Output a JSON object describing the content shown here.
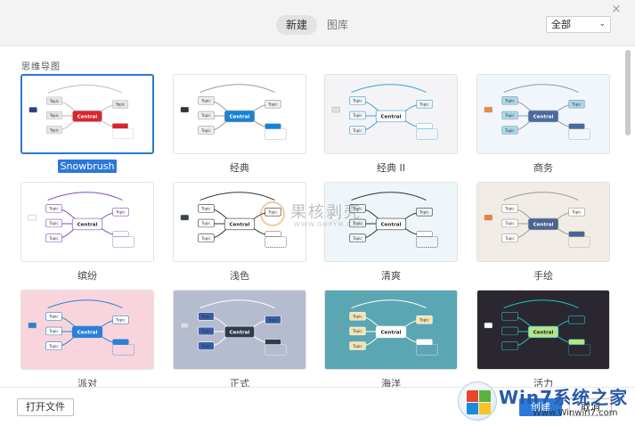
{
  "header": {
    "tabs": [
      {
        "label": "新建",
        "active": true
      },
      {
        "label": "图库",
        "active": false
      }
    ],
    "filter": {
      "selected": "全部"
    },
    "close_label": "×"
  },
  "section": {
    "title": "思维导图"
  },
  "templates": [
    {
      "name": "Snowbrush",
      "selected": true,
      "bg": "#ffffff",
      "accent": "#d9262c",
      "central": "Central",
      "central_text": "#ffffff",
      "topic": "Topic",
      "topic_fill": "#e6e6e6",
      "line": "#bbbbbb",
      "left_marker": "#2a3d8f"
    },
    {
      "name": "经典",
      "selected": false,
      "bg": "#ffffff",
      "accent": "#1783d6",
      "central": "Central",
      "central_text": "#ffffff",
      "topic": "Topic",
      "topic_fill": "#eeeeee",
      "line": "#999999",
      "left_marker": "#333333"
    },
    {
      "name": "经典 II",
      "selected": false,
      "bg": "#f4f4f6",
      "accent": "#ffffff",
      "central": "Central",
      "central_text": "#222222",
      "topic": "Topic",
      "topic_fill": "#f4f4f6",
      "line": "#3aa0d8",
      "left_marker": "#e0e0e0"
    },
    {
      "name": "商务",
      "selected": false,
      "bg": "#f0f6fb",
      "accent": "#4a6aa0",
      "central": "Central",
      "central_text": "#ffffff",
      "topic": "Topic",
      "topic_fill": "#a8d8ec",
      "line": "#999999",
      "left_marker": "#f08a3c"
    },
    {
      "name": "缤纷",
      "selected": false,
      "bg": "#ffffff",
      "accent": "#ffffff",
      "central": "Central",
      "central_text": "#222222",
      "topic": "Topic",
      "topic_fill": "#ffffff",
      "line": "#7a4fbf",
      "left_marker": "#ffffff"
    },
    {
      "name": "浅色",
      "selected": false,
      "bg": "#ffffff",
      "accent": "#ffffff",
      "central": "Central",
      "central_text": "#222222",
      "topic": "Topic",
      "topic_fill": "#ffffff",
      "line": "#333333",
      "left_marker": "#38434f"
    },
    {
      "name": "清爽",
      "selected": false,
      "bg": "#eef6fa",
      "accent": "#ffffff",
      "central": "Central",
      "central_text": "#222222",
      "topic": "Topic",
      "topic_fill": "#eef6fa",
      "line": "#333333",
      "left_marker": "#ffffff"
    },
    {
      "name": "手绘",
      "selected": false,
      "bg": "#f2ece6",
      "accent": "#4a6590",
      "central": "Central",
      "central_text": "#ffffff",
      "topic": "Topic",
      "topic_fill": "#ffffff",
      "line": "#999999",
      "left_marker": "#e8823a"
    },
    {
      "name": "派对",
      "selected": false,
      "bg": "#f8d5dc",
      "accent": "#2a7fd8",
      "central": "Central",
      "central_text": "#ffffff",
      "topic": "Topic",
      "topic_fill": "#ffffff",
      "line": "#2a7fd8",
      "left_marker": "#2a7fd8"
    },
    {
      "name": "正式",
      "selected": false,
      "bg": "#b6bccf",
      "accent": "#2f3c4d",
      "central": "Central",
      "central_text": "#ffffff",
      "topic": "Topic",
      "topic_fill": "#3b5ea8",
      "line": "#ffffff",
      "left_marker": "#d8dce6"
    },
    {
      "name": "海洋",
      "selected": false,
      "bg": "#5ba6b3",
      "accent": "#ffffff",
      "central": "Central",
      "central_text": "#222222",
      "topic": "Topic",
      "topic_fill": "#f5e3b0",
      "line": "#ffffff",
      "left_marker": "#5ba6b3"
    },
    {
      "name": "活力",
      "selected": false,
      "bg": "#2b2730",
      "accent": "#b7e38a",
      "central": "Central",
      "central_text": "#222222",
      "topic": "Topic",
      "topic_fill": "#2b2730",
      "line": "#22c4c4",
      "left_marker": "#ffffff"
    }
  ],
  "footer": {
    "open_file": "打开文件",
    "create": "创建",
    "cancel": "取消"
  },
  "watermarks": {
    "center_text": "果核剥壳",
    "center_sub": "WWW.GHPYM.COM",
    "corner_brand": "Win7系统之家",
    "corner_url": "Www.Winwin7.com"
  }
}
